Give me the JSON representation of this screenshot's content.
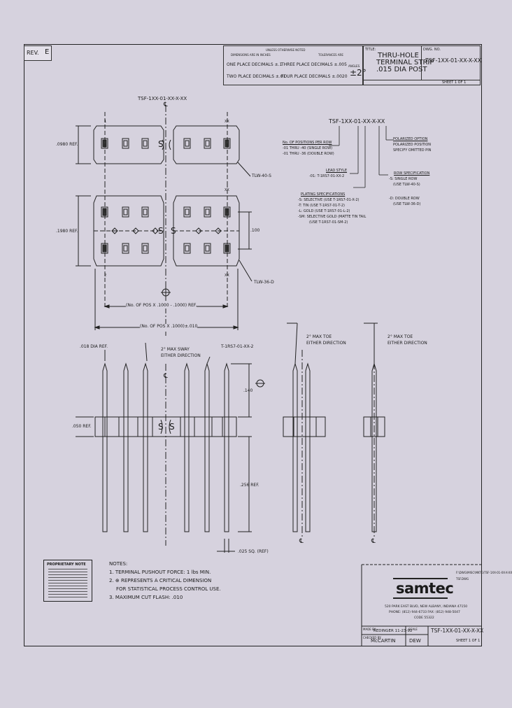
{
  "revision": {
    "label": "REV.",
    "value": "E"
  },
  "tolerance": {
    "header": "UNLESS OTHERWISE NOTED",
    "sub_header": "DIMENSIONS ARE IN INCHES",
    "tolerances_label": "TOLERANCES ARE",
    "one_place": "ONE PLACE DECIMALS ±.1",
    "two_place": "TWO PLACE DECIMALS ±.01",
    "three_place": "THREE PLACE DECIMALS ±.005",
    "four_place": "FOUR PLACE DECIMALS ±.0020",
    "angles_label": "ANGLES",
    "angles_value": "±2°"
  },
  "title_block": {
    "title_label": "TITLE:",
    "title_lines": [
      "THRU-HOLE",
      "TERMINAL STRIP",
      ".015 DIA POST"
    ],
    "dwg_label": "DWG. NO.",
    "dwg_no": "TSF-1XX-01-XX-X-XX",
    "sheet": "SHEET 1 OF 1"
  },
  "top_view": {
    "part_label": "TSF-1XX-01-XX-X-XX",
    "ref_single": ".0980 REF.",
    "ref_double": ".1980 REF.",
    "pin1_top": "1",
    "pin_last_top": "XX",
    "pin_last_mid": "XX",
    "pin1_bottom": "2",
    "pin_last_bottom": "XX",
    "tlw40": "TLW-40-S",
    "tlw36": "TLW-36-D",
    "dim100": ".100",
    "dim_inner": "(No. OF POS X .1000 - .1000) REF.",
    "dim_outer": "(No. OF POS X .1000)±.010"
  },
  "part_number": {
    "code": "TSF-1XX-01-XX-X-XX",
    "positions_title": "No. OF POSITIONS PER ROW",
    "positions_1": "-01 THRU -40 (SINGLE ROW)",
    "positions_2": "-01 THRU -36 (DOUBLE ROW)",
    "lead_title": "LEAD STYLE",
    "lead_1": "-01: T-1RS7-01-XX-2",
    "plating_title": "PLATING SPECIFICATIONS",
    "plating_1": "-S: SELECTIVE (USE T-1RS7-01-X-2)",
    "plating_2": "-T: TIN (USE T-1RS7-01-T-2)",
    "plating_3": "-L: GOLD (USE T-1RS7-01-L-2)",
    "plating_4": "-SM: SELECTIVE GOLD (MATTE TIN TAIL",
    "plating_5": "(USE T-1RS7-01-SM-2)",
    "polarized_title": "POLARIZED OPTION",
    "polarized_1": "POLARIZED POSITION",
    "polarized_2": "SPECIFY OMITTED PIN",
    "row_title": "ROW SPECIFICATION",
    "row_1": "-S: SINGLE ROW",
    "row_2": "(USE TLW-40-S)",
    "row_3": "-D: DOUBLE ROW",
    "row_4": "(USE TLW-36-D)"
  },
  "front_view": {
    "dia_ref": ".018 DIA REF.",
    "sway": "2° MAX SWAY",
    "sway2": "EITHER DIRECTION",
    "lead_ref": "T-1RS7-01-XX-2",
    "dim_140": ".140",
    "dim_050": ".050 REF.",
    "dim_256": ".256 REF.",
    "dim_025": ".025 SQ. (REF)",
    "centerline": "℄"
  },
  "side_views": {
    "toe1": "2° MAX TOE",
    "toe1b": "EITHER DIRECTION",
    "toe2": "2° MAX TOE",
    "toe2b": "EITHER DIRECTION"
  },
  "notes": {
    "title": "NOTES:",
    "n1": "1. TERMINAL PUSHOUT FORCE: 1 lbs MIN.",
    "n2": "2. ⊕ REPRESENTS A CRITICAL DIMENSION",
    "n2b": "FOR STATISTICAL PROCESS CONTROL USE.",
    "n3": "3. MAXIMUM CUT FLASH: .010"
  },
  "proprietary": {
    "title": "PROPRIETARY NOTE"
  },
  "company": {
    "file_1": "F:\\DWG\\MISC\\MKTG\\TSF-1XX-01-XX-X-XX",
    "file_2": "TSF.DWG",
    "logo": "samtec",
    "address_1": "520 PARK EAST BLVD, NEW ALBANY, INDIANA 47150",
    "address_2": "PHONE: (812) 944-6733  FAX: (812) 948-5047",
    "address_3": "CODE 55322"
  },
  "signoff": {
    "made_by_label": "MADE BY:",
    "made_by": "REDINGER 11-23-92",
    "checked_label": "CHECKED BY:",
    "checked": "McCARTIN",
    "scale_label": "SCALE",
    "scale_value": "DEW",
    "dwg_no": "TSF-1XX-01-XX-X-XX",
    "sheet": "SHEET 1 OF 1"
  }
}
